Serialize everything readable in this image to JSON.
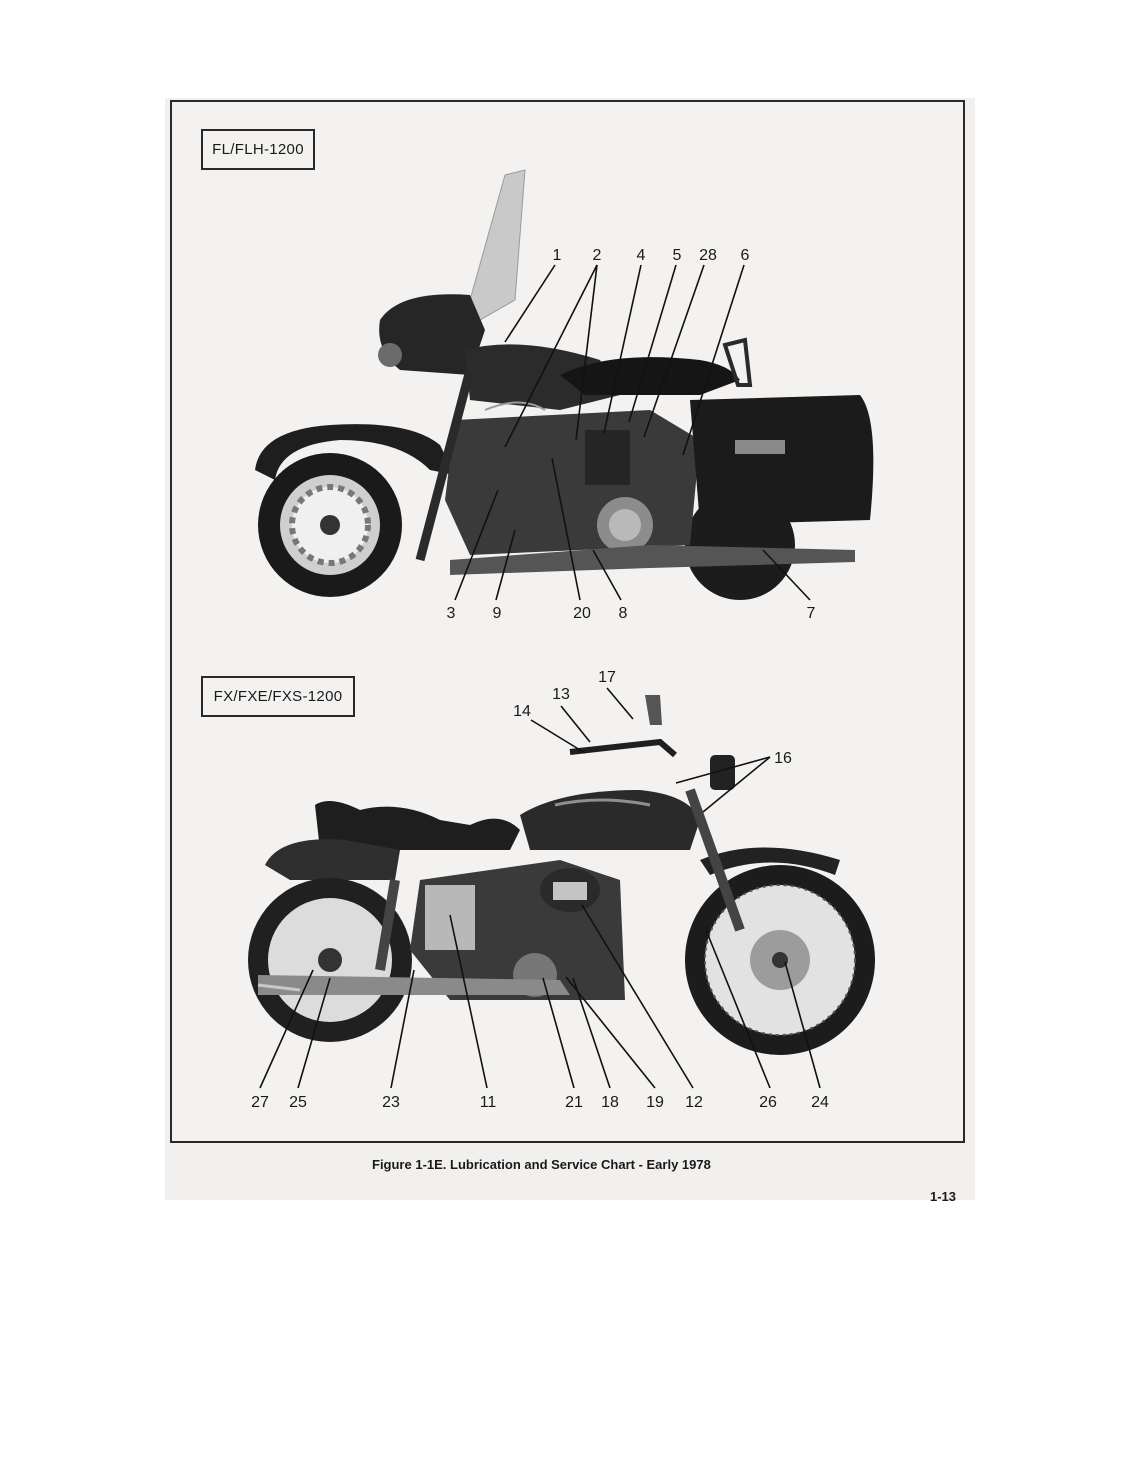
{
  "figure": {
    "top_model_label": "FL/FLH-1200",
    "bottom_model_label": "FX/FXE/FXS-1200",
    "caption": "Figure 1-1E. Lubrication and Service Chart - Early 1978",
    "page_number": "1-13"
  },
  "top_callouts": {
    "c1": "1",
    "c2": "2",
    "c4": "4",
    "c5": "5",
    "c28": "28",
    "c6": "6",
    "c3": "3",
    "c9": "9",
    "c20": "20",
    "c8": "8",
    "c7": "7"
  },
  "bottom_callouts": {
    "c17": "17",
    "c13": "13",
    "c14": "14",
    "c16": "16",
    "c27": "27",
    "c25": "25",
    "c23": "23",
    "c11": "11",
    "c21": "21",
    "c18": "18",
    "c19": "19",
    "c12": "12",
    "c26": "26",
    "c24": "24"
  }
}
